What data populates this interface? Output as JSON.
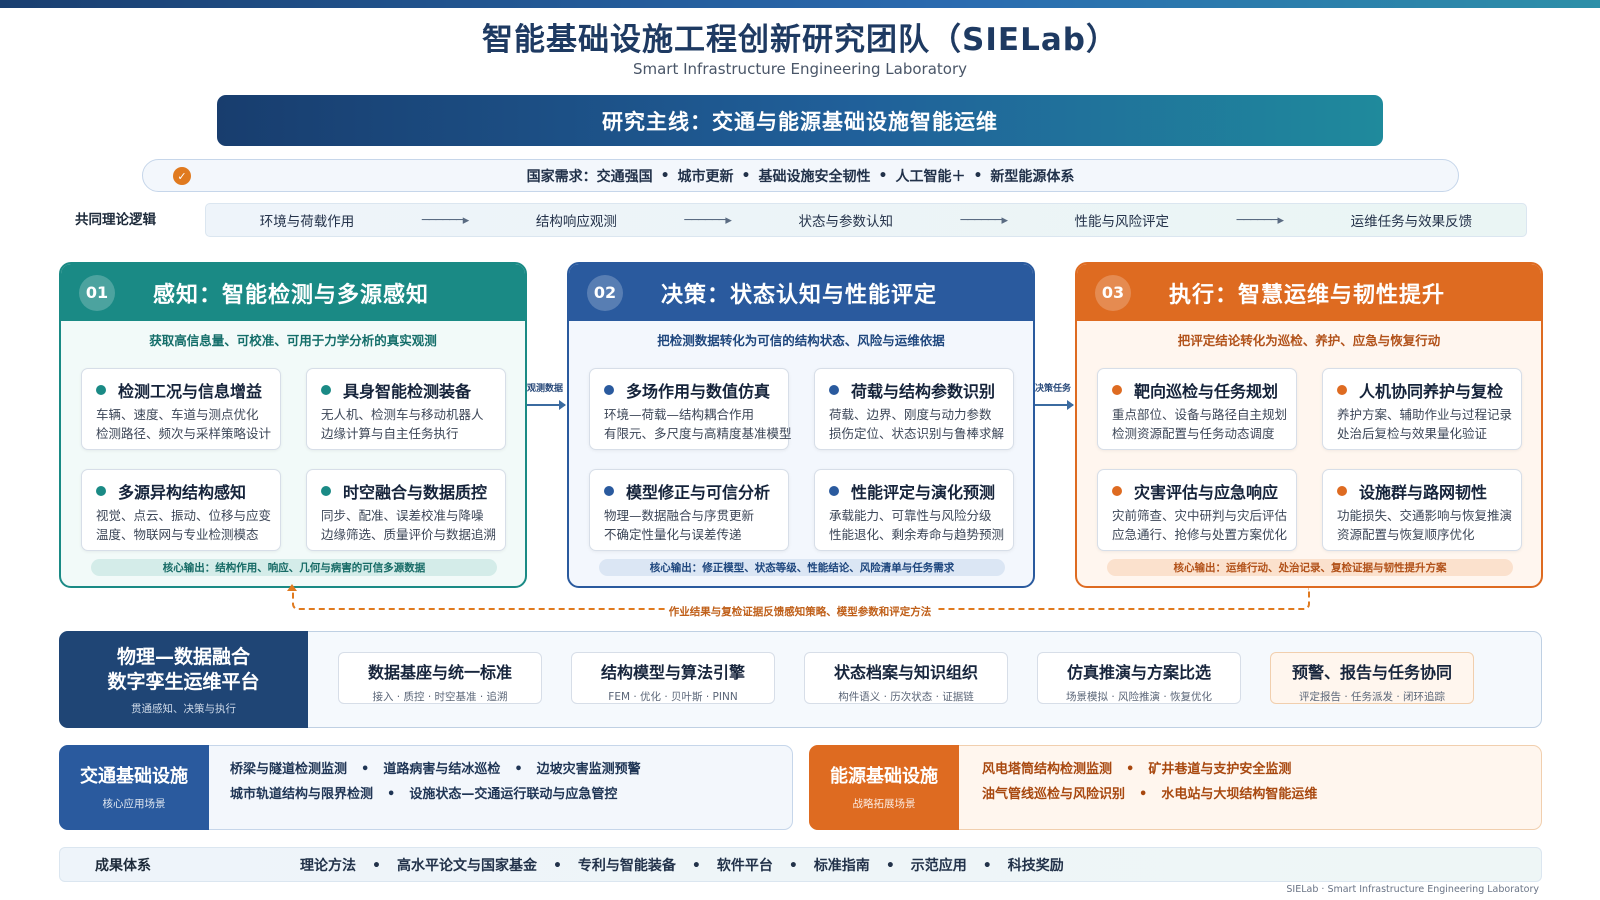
{
  "header": {
    "title": "智能基础设施工程创新研究团队（SIELab）",
    "subtitle": "Smart Infrastructure Engineering Laboratory"
  },
  "mainline": "研究主线：交通与能源基础设施智能运维",
  "needs": {
    "prefix": "国家需求：",
    "items": [
      "交通强国",
      "城市更新",
      "基础设施安全韧性",
      "人工智能＋",
      "新型能源体系"
    ]
  },
  "logic": {
    "label": "共同理论逻辑",
    "steps": [
      "环境与荷载作用",
      "结构响应观测",
      "状态与参数认知",
      "性能与风险评定",
      "运维任务与效果反馈"
    ]
  },
  "colors": {
    "teal": "#1a8a85",
    "blue": "#2a5a9e",
    "orange": "#de6b21",
    "navy": "#1f4575"
  },
  "panels": [
    {
      "num": "01",
      "title": "感知：智能检测与多源感知",
      "subtitle": "获取高信息量、可校准、可用于力学分析的真实观测",
      "cards": [
        {
          "title": "检测工况与信息增益",
          "lines": [
            "车辆、速度、车道与测点优化",
            "检测路径、频次与采样策略设计"
          ]
        },
        {
          "title": "具身智能检测装备",
          "lines": [
            "无人机、检测车与移动机器人",
            "边缘计算与自主任务执行"
          ]
        },
        {
          "title": "多源异构结构感知",
          "lines": [
            "视觉、点云、振动、位移与应变",
            "温度、物联网与专业检测模态"
          ]
        },
        {
          "title": "时空融合与数据质控",
          "lines": [
            "同步、配准、误差校准与降噪",
            "边缘筛选、质量评价与数据追溯"
          ]
        }
      ],
      "core": "核心输出：结构作用、响应、几何与病害的可信多源数据"
    },
    {
      "num": "02",
      "title": "决策：状态认知与性能评定",
      "subtitle": "把检测数据转化为可信的结构状态、风险与运维依据",
      "cards": [
        {
          "title": "多场作用与数值仿真",
          "lines": [
            "环境—荷载—结构耦合作用",
            "有限元、多尺度与高精度基准模型"
          ]
        },
        {
          "title": "荷载与结构参数识别",
          "lines": [
            "荷载、边界、刚度与动力参数",
            "损伤定位、状态识别与鲁棒求解"
          ]
        },
        {
          "title": "模型修正与可信分析",
          "lines": [
            "物理—数据融合与序贯更新",
            "不确定性量化与误差传递"
          ]
        },
        {
          "title": "性能评定与演化预测",
          "lines": [
            "承载能力、可靠性与风险分级",
            "性能退化、剩余寿命与趋势预测"
          ]
        }
      ],
      "core": "核心输出：修正模型、状态等级、性能结论、风险清单与任务需求"
    },
    {
      "num": "03",
      "title": "执行：智慧运维与韧性提升",
      "subtitle": "把评定结论转化为巡检、养护、应急与恢复行动",
      "cards": [
        {
          "title": "靶向巡检与任务规划",
          "lines": [
            "重点部位、设备与路径自主规划",
            "检测资源配置与任务动态调度"
          ]
        },
        {
          "title": "人机协同养护与复检",
          "lines": [
            "养护方案、辅助作业与过程记录",
            "处治后复检与效果量化验证"
          ]
        },
        {
          "title": "灾害评估与应急响应",
          "lines": [
            "灾前筛查、灾中研判与灾后评估",
            "应急通行、抢修与处置方案优化"
          ]
        },
        {
          "title": "设施群与路网韧性",
          "lines": [
            "功能损失、交通影响与恢复推演",
            "资源配置与恢复顺序优化"
          ]
        }
      ],
      "core": "核心输出：运维行动、处治记录、复检证据与韧性提升方案"
    }
  ],
  "flows": [
    "观测数据",
    "决策任务"
  ],
  "feedback": "作业结果与复检证据反馈感知策略、模型参数和评定方法",
  "platform": {
    "title1": "物理—数据融合",
    "title2": "数字孪生运维平台",
    "sub": "贯通感知、决策与执行",
    "modules": [
      {
        "title": "数据基座与统一标准",
        "sub": "接入 · 质控 · 时空基准 · 追溯"
      },
      {
        "title": "结构模型与算法引擎",
        "sub": "FEM · 优化 · 贝叶斯 · PINN"
      },
      {
        "title": "状态档案与知识组织",
        "sub": "构件语义 · 历次状态 · 证据链"
      },
      {
        "title": "仿真推演与方案比选",
        "sub": "场景模拟 · 风险推演 · 恢复优化"
      },
      {
        "title": "预警、报告与任务协同",
        "sub": "评定报告 · 任务派发 · 闭环追踪"
      }
    ]
  },
  "scenes": {
    "traffic": {
      "title": "交通基础设施",
      "sub": "核心应用场景",
      "row1": [
        "桥梁与隧道检测监测",
        "道路病害与结冰巡检",
        "边坡灾害监测预警"
      ],
      "row2": [
        "城市轨道结构与限界检测",
        "设施状态—交通运行联动与应急管控"
      ]
    },
    "energy": {
      "title": "能源基础设施",
      "sub": "战略拓展场景",
      "row1": [
        "风电塔筒结构检测监测",
        "矿井巷道与支护安全监测"
      ],
      "row2": [
        "油气管线巡检与风险识别",
        "水电站与大坝结构智能运维"
      ]
    }
  },
  "results": {
    "label": "成果体系",
    "items": [
      "理论方法",
      "高水平论文与国家基金",
      "专利与智能装备",
      "软件平台",
      "标准指南",
      "示范应用",
      "科技奖励"
    ]
  },
  "footer": "SIELab · Smart Infrastructure Engineering Laboratory"
}
